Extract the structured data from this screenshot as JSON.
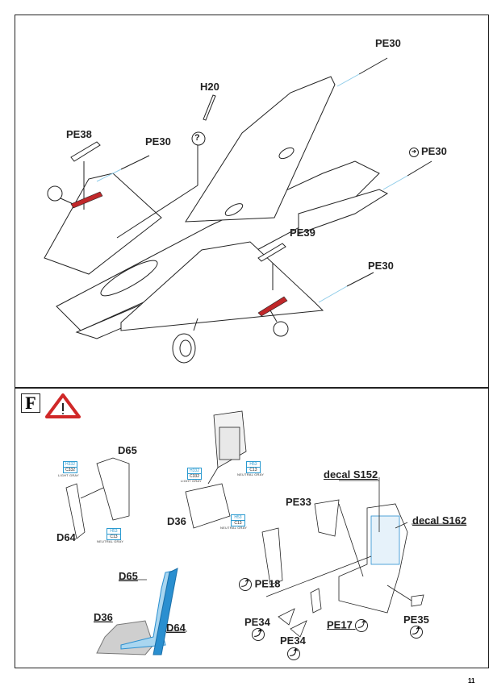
{
  "page_number": "11",
  "top_section": {
    "labels": {
      "pe30_top": "PE30",
      "h20": "H20",
      "pe38": "PE38",
      "pe30_left": "PE30",
      "pe30_right": "PE30",
      "pe39": "PE39",
      "pe30_bottom": "PE30",
      "unknown_mark": "?"
    },
    "flip_icon": "flip-part-icon",
    "colors": {
      "highlight": "#c0282a",
      "guide_line": "#8ccbe8"
    }
  },
  "bottom_section": {
    "step_letter": "F",
    "warning_icon": "warning-triangle-icon",
    "labels": {
      "d65_a": "D65",
      "d64_a": "D64",
      "d36_a": "D36",
      "pe33": "PE33",
      "pe18": "PE18",
      "pe34_a": "PE34",
      "pe34_b": "PE34",
      "pe17": "PE17",
      "pe35": "PE35",
      "decal_s152": "decal S152",
      "decal_s162": "decal S162",
      "d65_b": "D65",
      "d36_b": "D36",
      "d64_b": "D64"
    },
    "paint_callouts": [
      {
        "h": "H332",
        "c": "C332",
        "name": "LIGHT GRAY"
      },
      {
        "h": "H53",
        "c": "C13",
        "name": "NEUTRAL GRAY"
      },
      {
        "h": "H332",
        "c": "C332",
        "name": "LIGHT GRAY"
      },
      {
        "h": "H53",
        "c": "C13",
        "name": "NEUTRAL GRAY"
      },
      {
        "h": "H53",
        "c": "C13",
        "name": "NEUTRAL GRAY"
      }
    ],
    "bend_symbol": "⤴",
    "colors": {
      "light_blue": "#a9d6f0",
      "blue": "#2a8fd0",
      "gray": "#cfcfcf"
    }
  }
}
